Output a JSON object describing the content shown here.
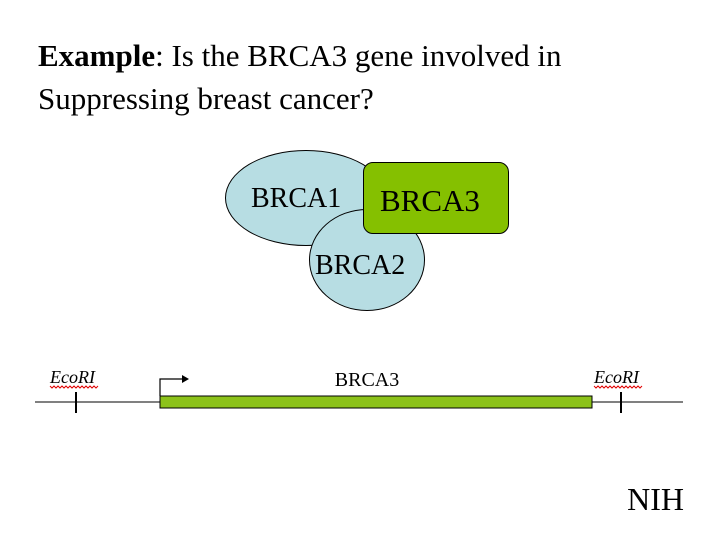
{
  "title": {
    "bold_part": "Example",
    "rest_line1": ":  Is the BRCA3 gene involved in",
    "line2": "Suppressing breast cancer?"
  },
  "complex": {
    "brca1_label": "BRCA1",
    "brca2_label": "BRCA2",
    "brca3_label": "BRCA3"
  },
  "gene_map": {
    "gene_label": "BRCA3",
    "left_site": "EcoRI",
    "right_site": "EcoRI"
  },
  "footer": {
    "source": "NIH"
  },
  "colors": {
    "protein_oval": "#b7dde3",
    "brca3_box": "#85c000",
    "gene_bar": "#8cc21a",
    "spellcheck_underline": "#e00000"
  }
}
